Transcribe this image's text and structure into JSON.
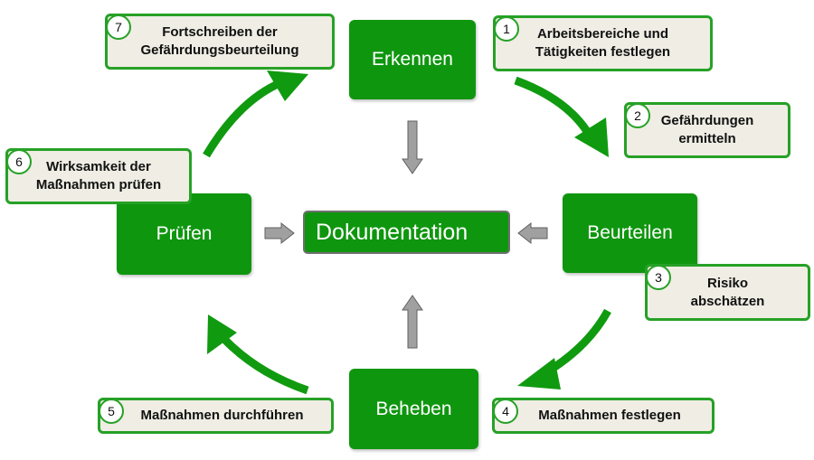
{
  "colors": {
    "phase_green": "#0f960f",
    "arrow_green": "#109a10",
    "note_border": "#26a126",
    "note_fill": "#efede4",
    "gray_arrow": "#a0a0a0"
  },
  "center": {
    "label": "Dokumentation"
  },
  "phases": {
    "erkennen": "Erkennen",
    "beurteilen": "Beurteilen",
    "beheben": "Beheben",
    "pruefen": "Prüfen"
  },
  "steps": [
    {
      "number": "1",
      "text": "Arbeitsbereiche und\nTätigkeiten festlegen"
    },
    {
      "number": "2",
      "text": "Gefährdungen\nermitteln"
    },
    {
      "number": "3",
      "text": "Risiko\nabschätzen"
    },
    {
      "number": "4",
      "text": "Maßnahmen festlegen"
    },
    {
      "number": "5",
      "text": "Maßnahmen durchführen"
    },
    {
      "number": "6",
      "text": "Wirksamkeit der\nMaßnahmen prüfen"
    },
    {
      "number": "7",
      "text": "Fortschreiben der\nGefährdungsbeurteilung"
    }
  ]
}
